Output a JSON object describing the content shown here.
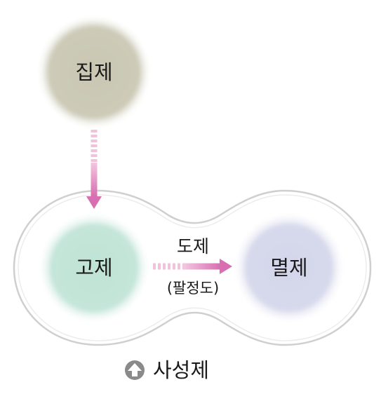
{
  "nodes": {
    "jipje": "집제",
    "goje": "고제",
    "myeolje": "멸제"
  },
  "edge": {
    "label": "도제",
    "sublabel": "(팔정도)"
  },
  "footer": {
    "icon": "up-arrow-circle-icon",
    "label": "사성제"
  },
  "colors": {
    "jipje": "#c9c7b2",
    "goje": "#bfe3d6",
    "myeolje": "#d3d6ea",
    "arrow": "#d76fb0",
    "outline": "#cfcfcf",
    "footer_icon": "#8a8a8a"
  }
}
